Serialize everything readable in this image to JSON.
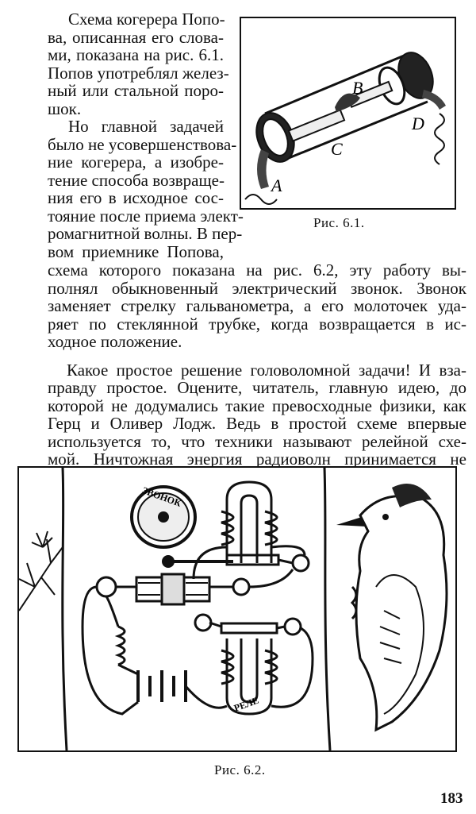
{
  "left_column": {
    "paragraph1": [
      "Схема когерера Попо-",
      "ва, описанная его слова-",
      "ми, показана на рис. 6.1.",
      "Попов употреблял желез-",
      "ный или стальной поро-",
      "шок."
    ],
    "paragraph2": [
      "Но главной задачей",
      "было не усовершенствова-",
      "ние когерера, а изобре-",
      "тение способа возвраще-",
      "ния его в исходное сос-",
      "тояние после приема элект-",
      "ромагнитной волны. В пер-",
      "вом приемнике Попова,"
    ]
  },
  "full_width": {
    "paragraph2_cont": [
      "схема которого показана на рис. 6.2, эту работу вы-",
      "полнял обыкновенный электрический звонок. Звонок",
      "заменяет стрелку гальванометра, а его молоточек уда-",
      "ряет по стеклянной трубке, когда возвращается в ис-",
      "ходное положение."
    ],
    "paragraph3": [
      "Какое простое решение головоломной задачи! И вза-",
      "правду простое. Оцените, читатель, главную идею, до",
      "которой не додумались такие превосходные физики, как",
      "Герц и Оливер Лодж. Ведь в простой схеме впервые",
      "используется то, что техники называют релейной схе-",
      "мой. Ничтожная энергия радиоволн принимается не"
    ]
  },
  "figure1": {
    "caption": "Рис. 6.1.",
    "labels": {
      "a": "A",
      "b": "B",
      "c": "C",
      "d": "D"
    }
  },
  "figure2": {
    "caption": "Рис. 6.2.",
    "labels": {
      "bell": "ЗВОНОК",
      "relay": "РЕЛЕ"
    }
  },
  "page_number": "183"
}
